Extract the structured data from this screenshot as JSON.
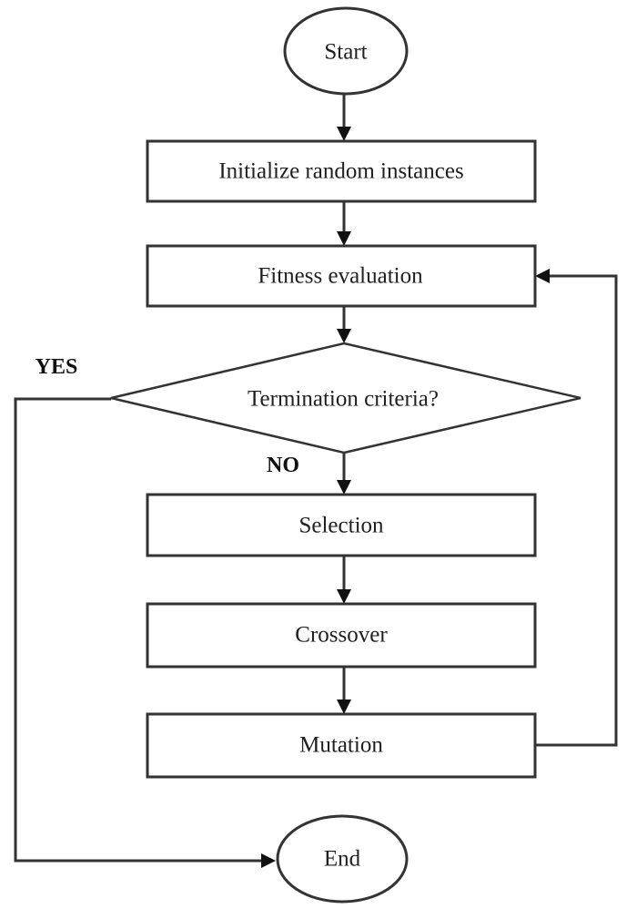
{
  "flowchart": {
    "nodes": {
      "start": {
        "label": "Start",
        "shape": "oval"
      },
      "initialize": {
        "label": "Initialize random instances",
        "shape": "rectangle"
      },
      "fitness": {
        "label": "Fitness evaluation",
        "shape": "rectangle"
      },
      "termination": {
        "label": "Termination criteria?",
        "shape": "diamond"
      },
      "selection": {
        "label": "Selection",
        "shape": "rectangle"
      },
      "crossover": {
        "label": "Crossover",
        "shape": "rectangle"
      },
      "mutation": {
        "label": "Mutation",
        "shape": "rectangle"
      },
      "end": {
        "label": "End",
        "shape": "oval"
      }
    },
    "branch_labels": {
      "yes": "YES",
      "no": "NO"
    },
    "edges": [
      {
        "from": "start",
        "to": "initialize"
      },
      {
        "from": "initialize",
        "to": "fitness"
      },
      {
        "from": "fitness",
        "to": "termination"
      },
      {
        "from": "termination",
        "to": "selection",
        "label": "NO"
      },
      {
        "from": "selection",
        "to": "crossover"
      },
      {
        "from": "crossover",
        "to": "mutation"
      },
      {
        "from": "mutation",
        "to": "fitness"
      },
      {
        "from": "termination",
        "to": "end",
        "label": "YES"
      }
    ],
    "colors": {
      "stroke": "#333333",
      "arrowhead": "#111111",
      "text": "#1f1f1f",
      "background": "#ffffff"
    }
  }
}
